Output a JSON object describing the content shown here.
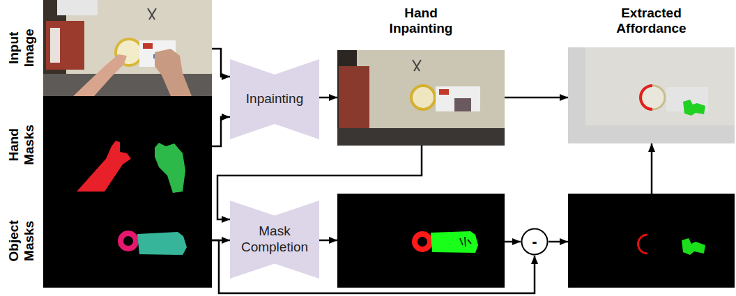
{
  "diagram": {
    "nodes": [
      {
        "text": [
          "Input Image"
        ]
      },
      {
        "text": [
          "Hand Masks"
        ]
      },
      {
        "text": [
          "Object Masks"
        ]
      },
      {
        "text": [
          "Inpainting"
        ]
      },
      {
        "text": [
          "Hand Inpainting"
        ]
      },
      {
        "text": [
          "Mask Completion"
        ]
      },
      {
        "text": [
          "-"
        ]
      },
      {
        "text": [
          "Extracted Affordance"
        ]
      }
    ],
    "edges": [
      {
        "from": 0,
        "to": 3,
        "arrow": "to"
      },
      {
        "from": 1,
        "to": 3,
        "arrow": "to"
      },
      {
        "from": 3,
        "to": 4,
        "arrow": "to"
      },
      {
        "from": 4,
        "to": 7,
        "arrow": "to"
      },
      {
        "from": 4,
        "to": 5,
        "arrow": "to"
      },
      {
        "from": 2,
        "to": 5,
        "arrow": "to"
      },
      {
        "from": 2,
        "to": 6,
        "arrow": "to"
      }
    ]
  }
}
